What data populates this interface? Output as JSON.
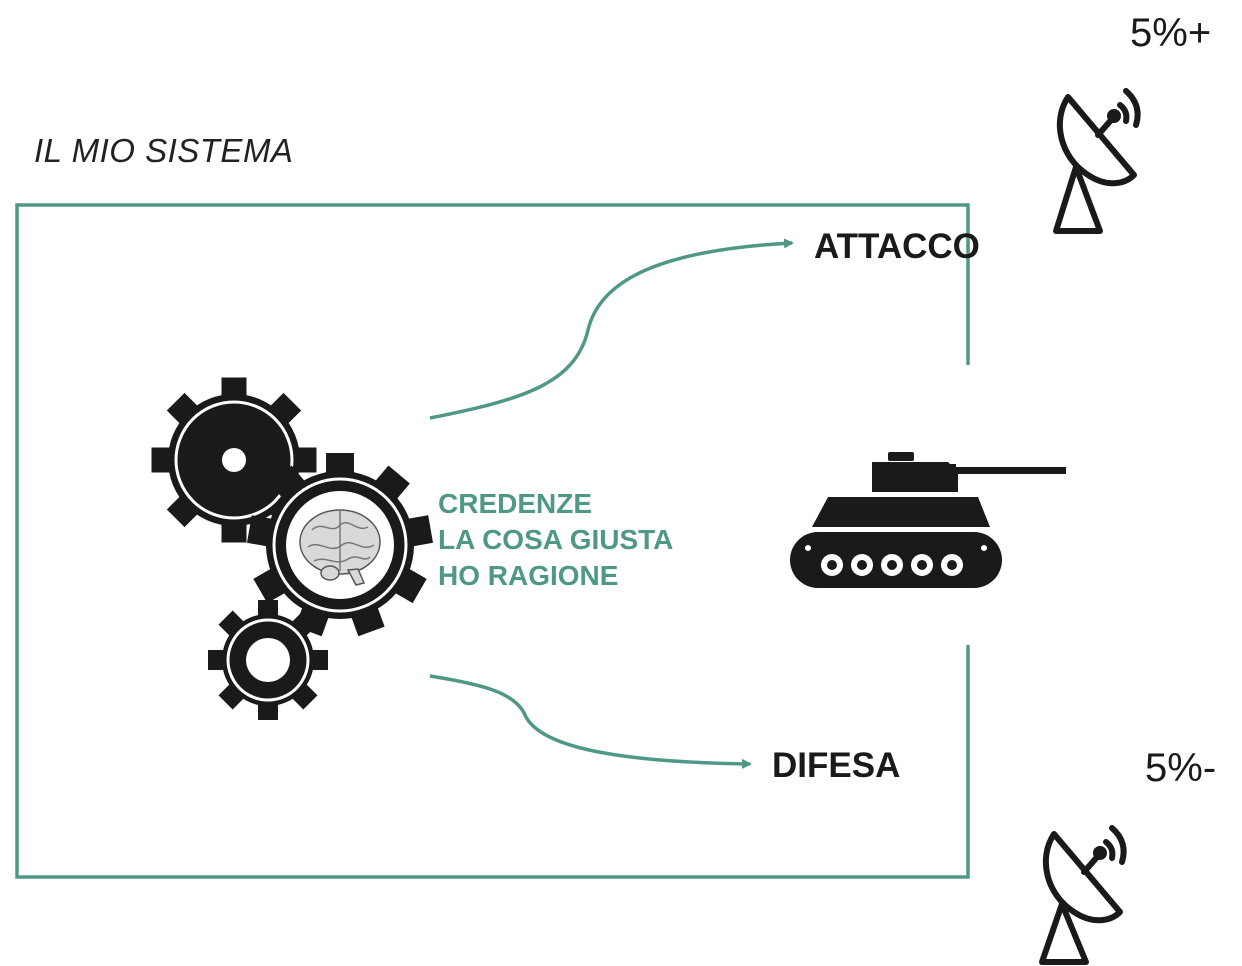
{
  "diagram": {
    "system_title": "IL MIO SISTEMA",
    "outcome_top": "ATTACCO",
    "outcome_bottom": "DIFESA",
    "percent_top": "5%+",
    "percent_bottom": "5%-",
    "beliefs": [
      "CREDENZE",
      "LA COSA GIUSTA",
      "HO RAGIONE"
    ]
  },
  "colors": {
    "accent": "#4f9887",
    "frame": "#4f9887",
    "icon": "#1a1a1a"
  },
  "icons": [
    "gears-brain-icon",
    "tank-icon",
    "satellite-dish-icon",
    "satellite-dish-icon"
  ]
}
